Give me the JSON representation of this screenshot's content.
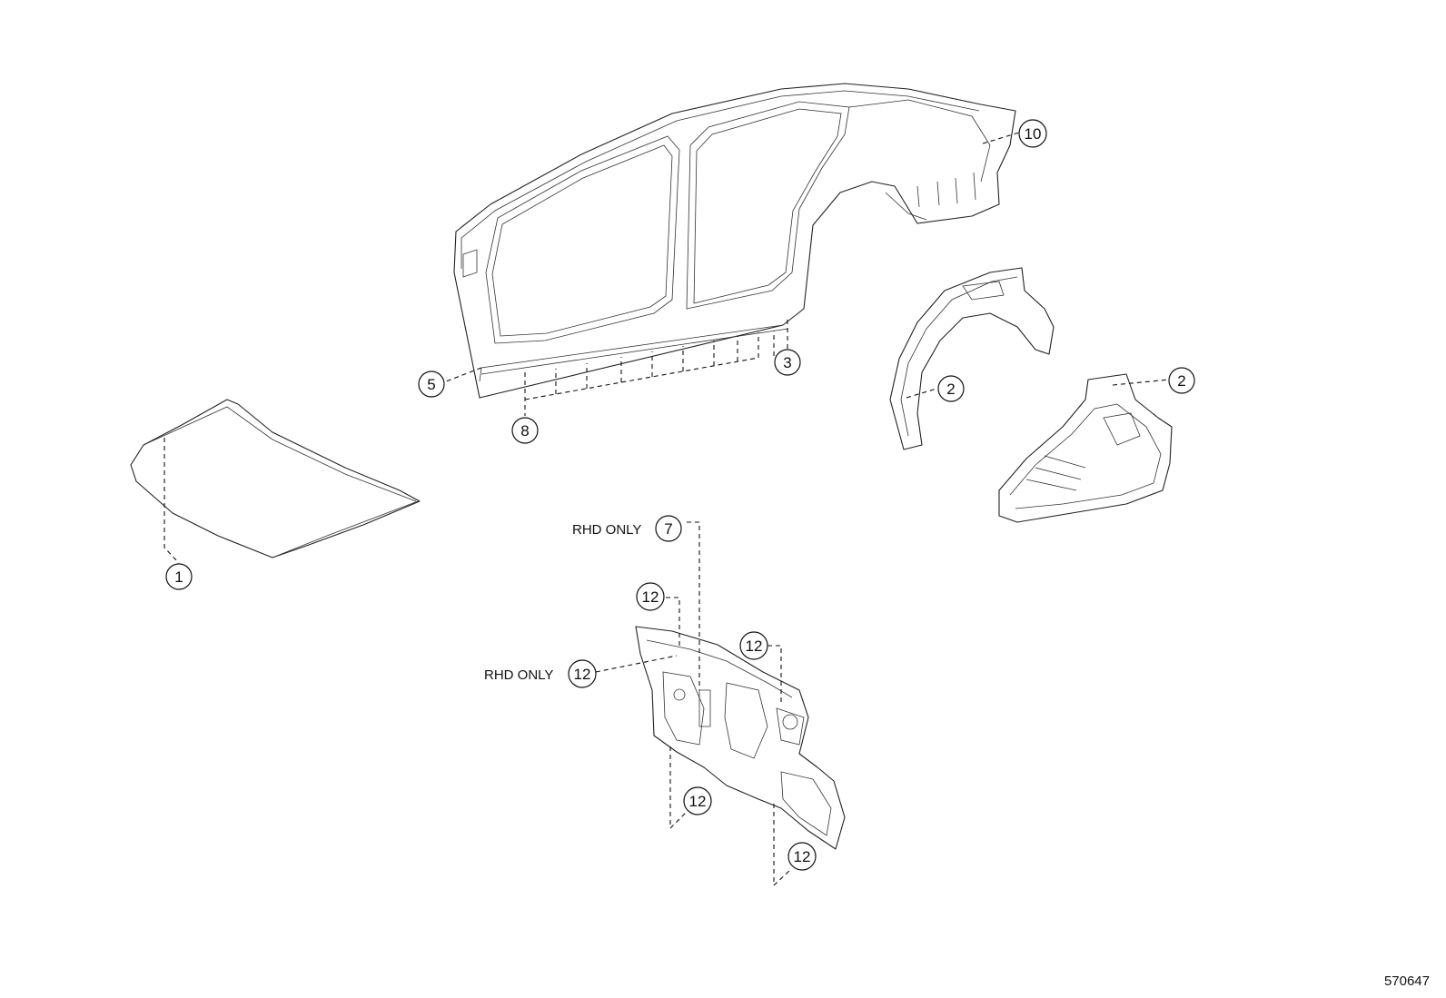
{
  "callouts": {
    "c1": "1",
    "c2a": "2",
    "c2b": "2",
    "c3": "3",
    "c5": "5",
    "c7": "7",
    "c8": "8",
    "c10": "10",
    "c12a": "12",
    "c12b": "12",
    "c12c": "12",
    "c12d": "12",
    "c12e": "12"
  },
  "notes": {
    "rhd_only_7": "RHD ONLY",
    "rhd_only_12": "RHD ONLY"
  },
  "catalog_number": "570647"
}
